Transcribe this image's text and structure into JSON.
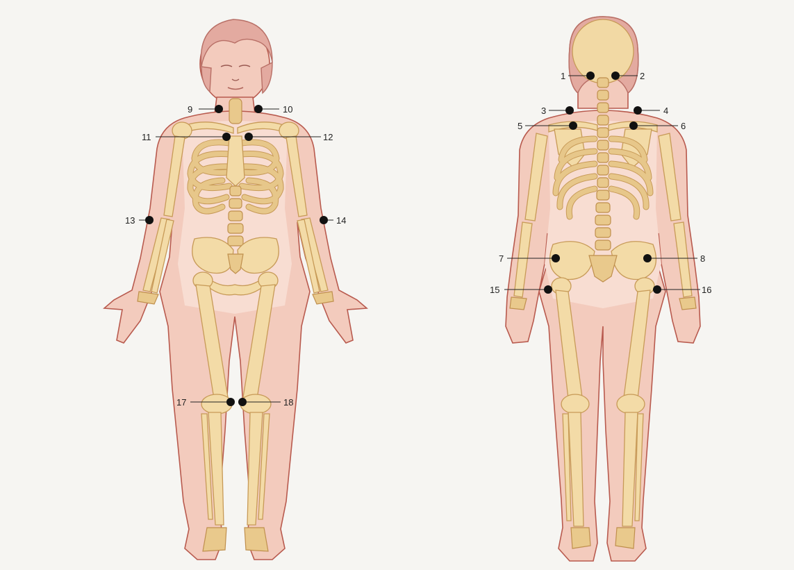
{
  "figures": [
    {
      "view": "front",
      "markers": [
        {
          "id": "m9",
          "label": "9"
        },
        {
          "id": "m10",
          "label": "10"
        },
        {
          "id": "m11",
          "label": "11"
        },
        {
          "id": "m12",
          "label": "12"
        },
        {
          "id": "m13",
          "label": "13"
        },
        {
          "id": "m14",
          "label": "14"
        },
        {
          "id": "m17",
          "label": "17"
        },
        {
          "id": "m18",
          "label": "18"
        }
      ]
    },
    {
      "view": "back",
      "markers": [
        {
          "id": "m1",
          "label": "1"
        },
        {
          "id": "m2",
          "label": "2"
        },
        {
          "id": "m3",
          "label": "3"
        },
        {
          "id": "m4",
          "label": "4"
        },
        {
          "id": "m5",
          "label": "5"
        },
        {
          "id": "m6",
          "label": "6"
        },
        {
          "id": "m7",
          "label": "7"
        },
        {
          "id": "m8",
          "label": "8"
        },
        {
          "id": "m15",
          "label": "15"
        },
        {
          "id": "m16",
          "label": "16"
        }
      ]
    }
  ],
  "colors": {
    "background": "#f6f5f2",
    "skin": "#f3cbbd",
    "outline": "#b85a4e",
    "bone": "#f3dba7",
    "marker": "#111111"
  }
}
